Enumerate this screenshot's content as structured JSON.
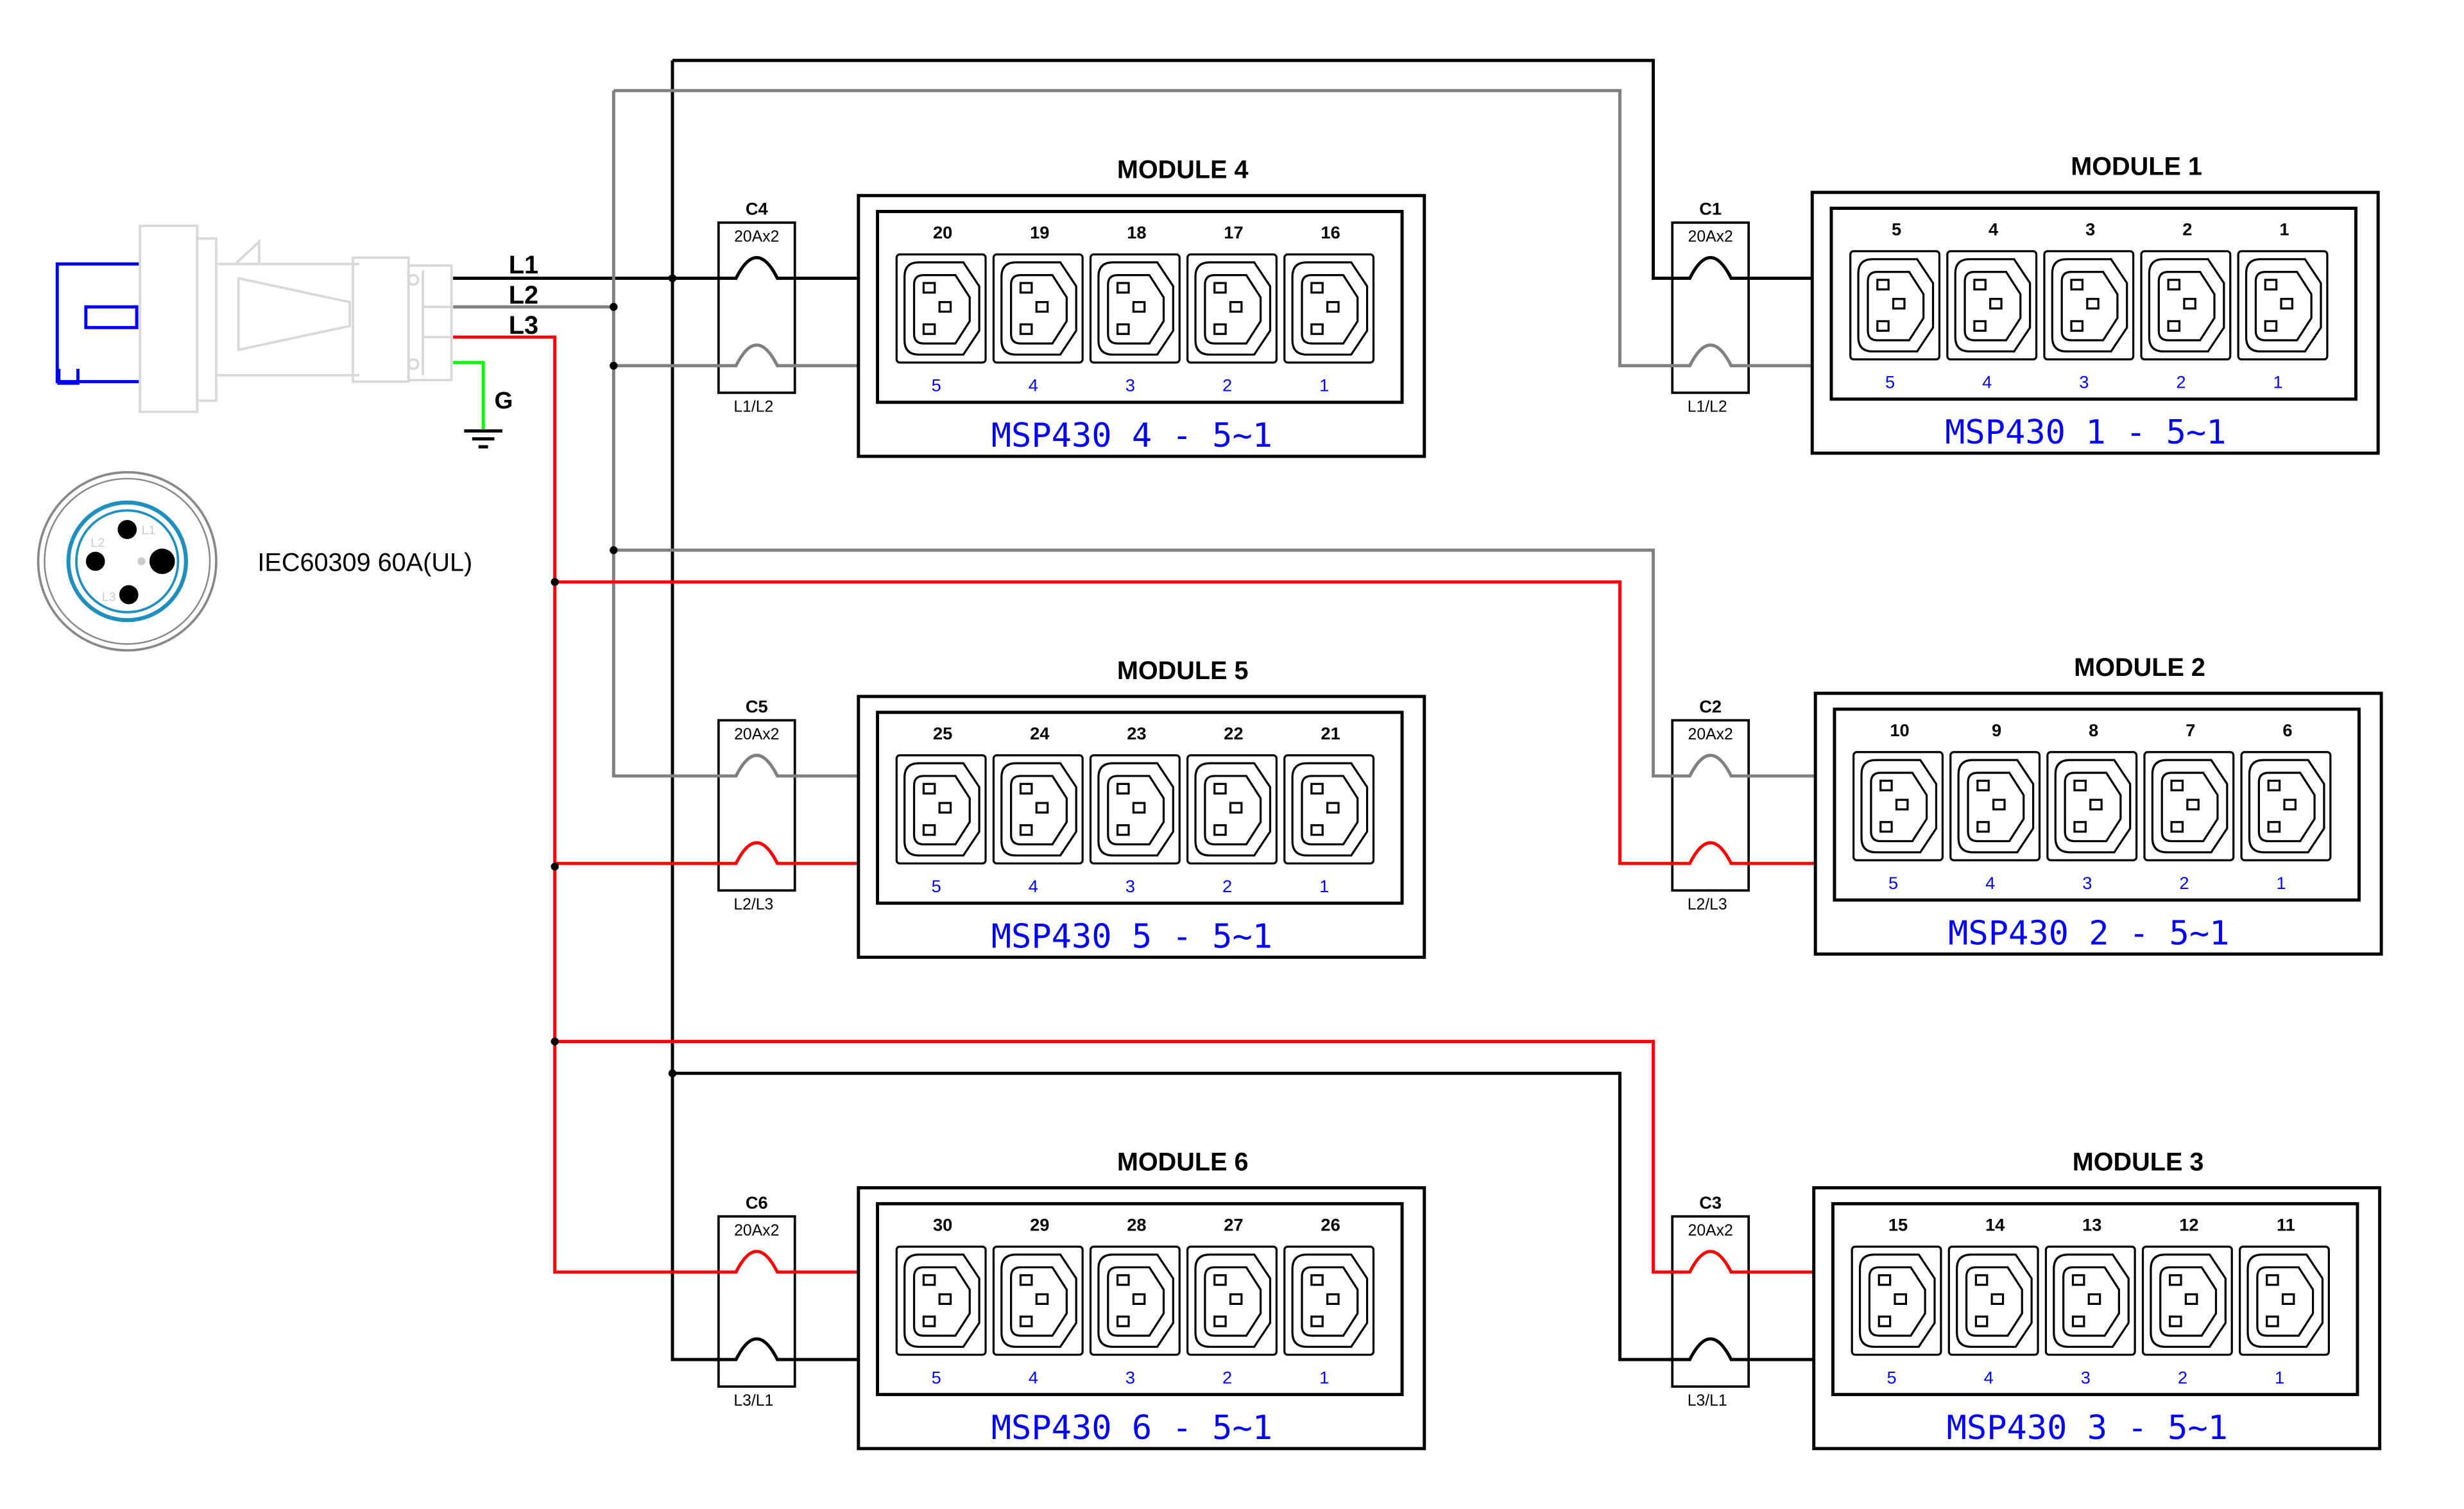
{
  "plug": {
    "lines": [
      "L1",
      "L2",
      "L3"
    ],
    "ground": "G",
    "socket_pins": [
      "L1",
      "L2",
      "L3"
    ],
    "label": "IEC60309 60A(UL)"
  },
  "colors": {
    "L1": "#000000",
    "L2": "#808080",
    "L3": "#ff0000",
    "ground": "#00ff00",
    "module_label": "#0000ff",
    "plug_body": "#d8d8d8",
    "plug_face": "#1e8fc0"
  },
  "breakers": [
    {
      "id": "C4",
      "rating": "20Ax2",
      "phases": "L1/L2"
    },
    {
      "id": "C1",
      "rating": "20Ax2",
      "phases": "L1/L2"
    },
    {
      "id": "C5",
      "rating": "20Ax2",
      "phases": "L2/L3"
    },
    {
      "id": "C2",
      "rating": "20Ax2",
      "phases": "L2/L3"
    },
    {
      "id": "C6",
      "rating": "20Ax2",
      "phases": "L3/L1"
    },
    {
      "id": "C3",
      "rating": "20Ax2",
      "phases": "L3/L1"
    }
  ],
  "modules": [
    {
      "title": "MODULE 4",
      "outlets": [
        "20",
        "19",
        "18",
        "17",
        "16"
      ],
      "ports": [
        "5",
        "4",
        "3",
        "2",
        "1"
      ],
      "label": "MSP430 4 - 5~1"
    },
    {
      "title": "MODULE 1",
      "outlets": [
        "5",
        "4",
        "3",
        "2",
        "1"
      ],
      "ports": [
        "5",
        "4",
        "3",
        "2",
        "1"
      ],
      "label": "MSP430 1 - 5~1"
    },
    {
      "title": "MODULE 5",
      "outlets": [
        "25",
        "24",
        "23",
        "22",
        "21"
      ],
      "ports": [
        "5",
        "4",
        "3",
        "2",
        "1"
      ],
      "label": "MSP430 5 - 5~1"
    },
    {
      "title": "MODULE 2",
      "outlets": [
        "10",
        "9",
        "8",
        "7",
        "6"
      ],
      "ports": [
        "5",
        "4",
        "3",
        "2",
        "1"
      ],
      "label": "MSP430 2 - 5~1"
    },
    {
      "title": "MODULE 6",
      "outlets": [
        "30",
        "29",
        "28",
        "27",
        "26"
      ],
      "ports": [
        "5",
        "4",
        "3",
        "2",
        "1"
      ],
      "label": "MSP430 6 - 5~1"
    },
    {
      "title": "MODULE 3",
      "outlets": [
        "15",
        "14",
        "13",
        "12",
        "11"
      ],
      "ports": [
        "5",
        "4",
        "3",
        "2",
        "1"
      ],
      "label": "MSP430 3 - 5~1"
    }
  ]
}
